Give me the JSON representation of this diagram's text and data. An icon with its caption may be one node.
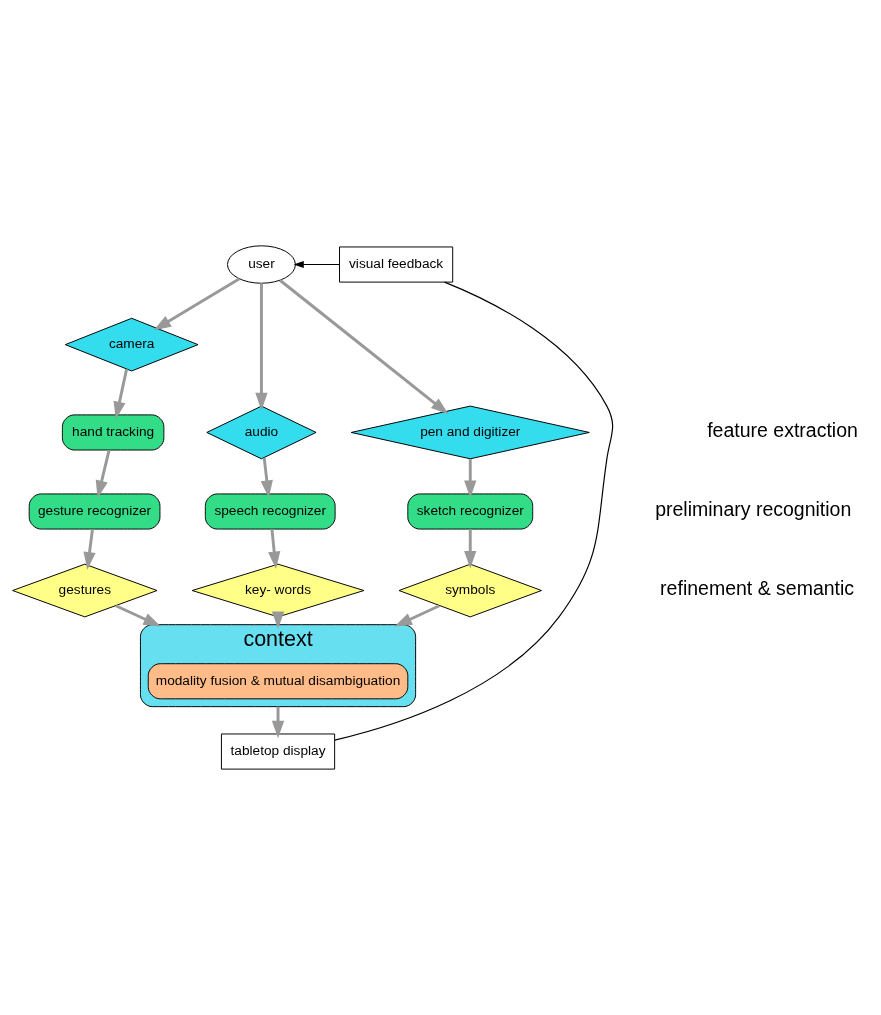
{
  "diagram": {
    "nodes": [
      {
        "text": [
          "user"
        ]
      },
      {
        "text": [
          "visual feedback"
        ]
      },
      {
        "text": [
          "camera"
        ]
      },
      {
        "text": [
          "audio"
        ]
      },
      {
        "text": [
          "pen and digitizer"
        ]
      },
      {
        "text": [
          "hand tracking"
        ]
      },
      {
        "text": [
          "speech recognizer"
        ]
      },
      {
        "text": [
          "sketch recognizer"
        ]
      },
      {
        "text": [
          "gesture recognizer"
        ]
      },
      {
        "text": [
          "gestures"
        ]
      },
      {
        "text": [
          "key- words"
        ]
      },
      {
        "text": [
          "symbols"
        ]
      },
      {
        "text": [
          "context"
        ]
      },
      {
        "text": [
          "modality fusion & mutual disambiguation"
        ],
        "in": 12
      },
      {
        "text": [
          "tabletop display"
        ]
      }
    ],
    "edges": [
      {
        "from": 0,
        "to": 2,
        "arrow": "to"
      },
      {
        "from": 0,
        "to": 3,
        "arrow": "to"
      },
      {
        "from": 0,
        "to": 4,
        "arrow": "to"
      },
      {
        "from": 2,
        "to": 5,
        "arrow": "to"
      },
      {
        "from": 5,
        "to": 8,
        "arrow": "to"
      },
      {
        "from": 8,
        "to": 9,
        "arrow": "to"
      },
      {
        "from": 3,
        "to": 6,
        "arrow": "to"
      },
      {
        "from": 6,
        "to": 10,
        "arrow": "to"
      },
      {
        "from": 4,
        "to": 7,
        "arrow": "to"
      },
      {
        "from": 7,
        "to": 11,
        "arrow": "to"
      },
      {
        "from": 9,
        "to": 12,
        "arrow": "to"
      },
      {
        "from": 10,
        "to": 12,
        "arrow": "to"
      },
      {
        "from": 11,
        "to": 12,
        "arrow": "to"
      },
      {
        "from": 12,
        "to": 14,
        "arrow": "to"
      },
      {
        "from": 14,
        "to": 1,
        "arrow": "none",
        "color": "#000000"
      },
      {
        "from": 1,
        "to": 0,
        "arrow": "to",
        "color": "#000000"
      }
    ],
    "labels": [
      "feature extraction",
      "preliminary recognition",
      "refinement & semantic"
    ]
  }
}
